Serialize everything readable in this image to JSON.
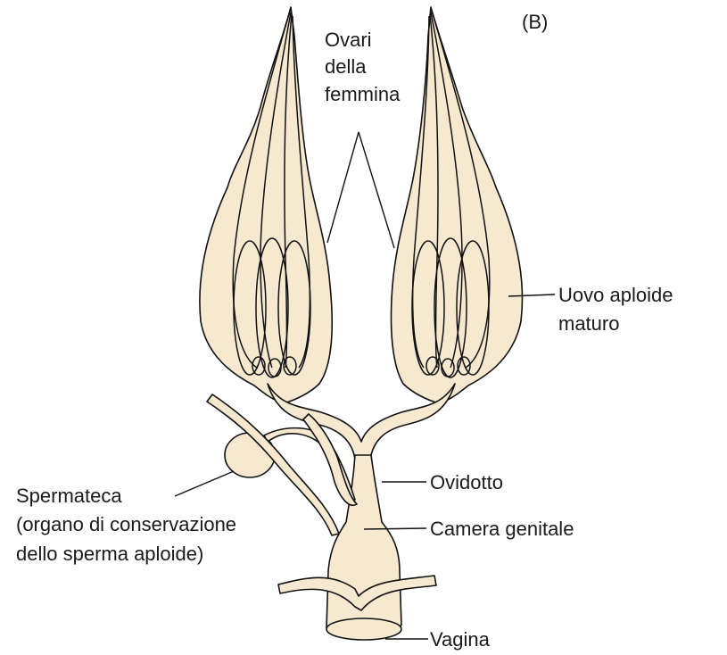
{
  "figure": {
    "panel_label": "(B)",
    "labels": {
      "ovaries": [
        "Ovari",
        "della",
        "femmina"
      ],
      "egg": [
        "Uovo aploide",
        "maturo"
      ],
      "oviduct": "Ovidotto",
      "spermatheca": [
        "Spermateca",
        "(organo di conservazione",
        "dello sperma aploide)"
      ],
      "genital_chamber": "Camera genitale",
      "vagina": "Vagina"
    },
    "colors": {
      "organ_fill": "#f7e9cf",
      "outline": "#111111"
    }
  }
}
